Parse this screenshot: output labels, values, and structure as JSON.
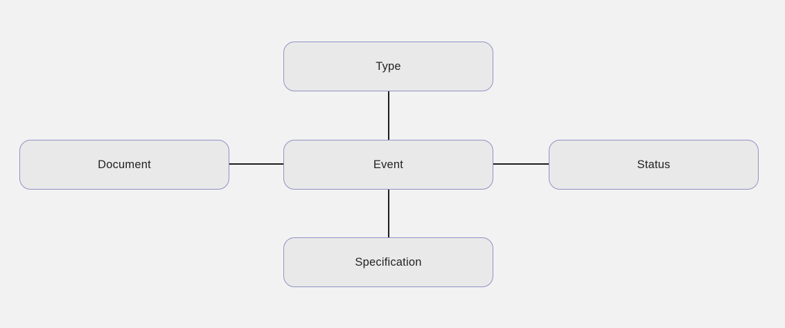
{
  "diagram": {
    "nodes": {
      "type": {
        "label": "Type"
      },
      "document": {
        "label": "Document"
      },
      "event": {
        "label": "Event"
      },
      "status": {
        "label": "Status"
      },
      "specification": {
        "label": "Specification"
      }
    },
    "edges": [
      {
        "from": "event",
        "to": "type"
      },
      {
        "from": "document",
        "to": "event"
      },
      {
        "from": "event",
        "to": "status"
      },
      {
        "from": "event",
        "to": "specification"
      }
    ],
    "colors": {
      "background": "#f2f2f2",
      "node_fill": "#e9e9e9",
      "node_border": "#9090c4",
      "connector": "#1b1b1b",
      "text": "#222222"
    }
  }
}
